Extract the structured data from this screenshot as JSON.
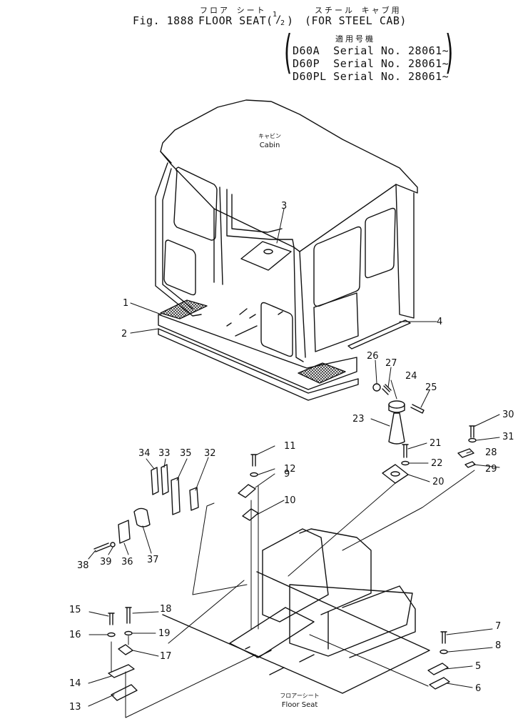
{
  "header": {
    "jp_title": "フロア シート       スチール キャブ用",
    "fig_label": "Fig. 1888",
    "title": "FLOOR SEAT",
    "fraction_num": "1",
    "fraction_den": "2",
    "subtitle": "(FOR STEEL CAB)",
    "applicable_jp": "適用号機",
    "serials": [
      "D60A  Serial No. 28061~",
      "D60P  Serial No. 28061~",
      "D60PL Serial No. 28061~"
    ]
  },
  "diagram": {
    "cabin_label_jp": "キャビン",
    "cabin_label": "Cabin",
    "floor_label_jp": "フロアーシート",
    "floor_label": "Floor Seat",
    "callouts": [
      "1",
      "2",
      "3",
      "4",
      "5",
      "6",
      "7",
      "8",
      "9",
      "10",
      "11",
      "12",
      "13",
      "14",
      "15",
      "16",
      "17",
      "18",
      "19",
      "20",
      "21",
      "22",
      "23",
      "24",
      "25",
      "26",
      "27",
      "28",
      "29",
      "30",
      "31",
      "32",
      "33",
      "34",
      "35",
      "36",
      "37",
      "38",
      "39"
    ]
  }
}
